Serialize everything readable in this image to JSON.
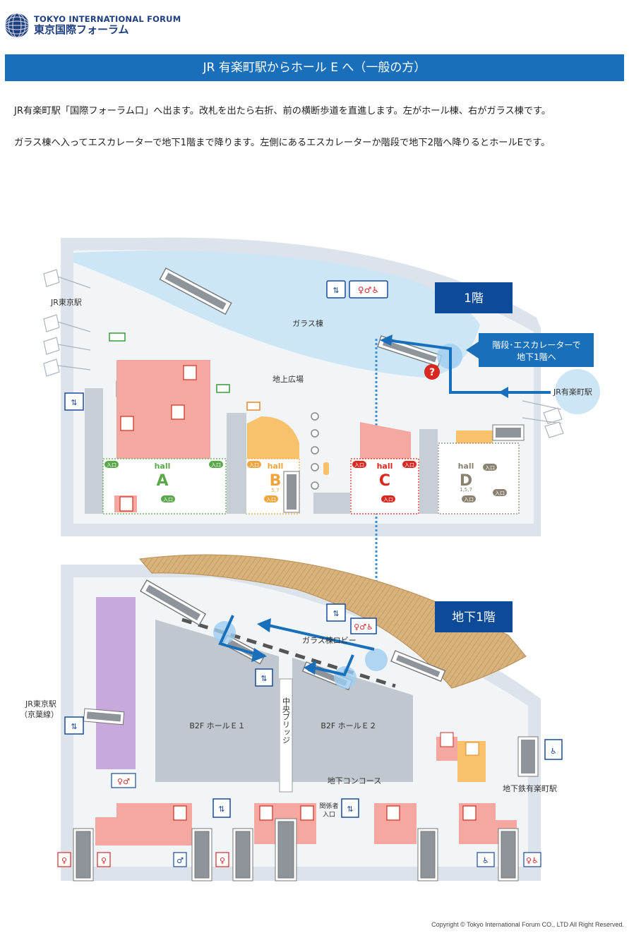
{
  "header": {
    "logo_en": "TOKYO INTERNATIONAL FORUM",
    "logo_jp": "東京国際フォーラム",
    "title": "JR 有楽町駅からホール E へ（一般の方）"
  },
  "description": {
    "p1": "JR有楽町駅「国際フォーラム口」へ出ます。改札を出たら右折、前の横断歩道を直進します。左がホール棟、右がガラス棟です。",
    "p2": "ガラス棟へ入ってエスカレーターで地下1階まで降ります。左側にあるエスカレーターか階段で地下2階へ降りるとホールEです。"
  },
  "floor1": {
    "badge": "1階",
    "jr_tokyo": "JR東京駅",
    "glass": "ガラス棟",
    "plaza": "地上広場",
    "callout": "階段･エスカレーターで\n地下1階へ",
    "callout_l1": "階段･エスカレーターで",
    "callout_l2": "地下1階へ",
    "jr_yurakucho": "JR有楽町駅",
    "hall_word": "hall",
    "halls": [
      {
        "letter": "A",
        "sub": ""
      },
      {
        "letter": "B",
        "sub": "5,7"
      },
      {
        "letter": "C",
        "sub": ""
      },
      {
        "letter": "D",
        "sub": "1,5,7"
      }
    ],
    "entrance": "入口"
  },
  "b1": {
    "badge": "地下1階",
    "glass_lobby": "ガラス棟ロビー",
    "jr_tokyo_keiyo_1": "JR東京駅",
    "jr_tokyo_keiyo_2": "（京葉線）",
    "hall_e1": "B2F ホールＥ１",
    "hall_e2": "B2F ホールＥ２",
    "bridge": "中央ブリッジ",
    "concourse": "地下コンコース",
    "staff_1": "関係者",
    "staff_2": "入口",
    "subway": "地下鉄有楽町駅"
  },
  "footer": {
    "copyright": "Copyright © Tokyo International Forum CO., LTD All Right Reserved."
  },
  "colors": {
    "brand_blue": "#1a6fba",
    "dark_blue": "#0d4a98",
    "route_blue": "#1a6fba",
    "glass_light": "#cde6f6",
    "restaurant_pink": "#f4a89f",
    "shop_orange": "#f9c16b",
    "purple": "#c7a9dc",
    "wood": "#d8b27c"
  }
}
